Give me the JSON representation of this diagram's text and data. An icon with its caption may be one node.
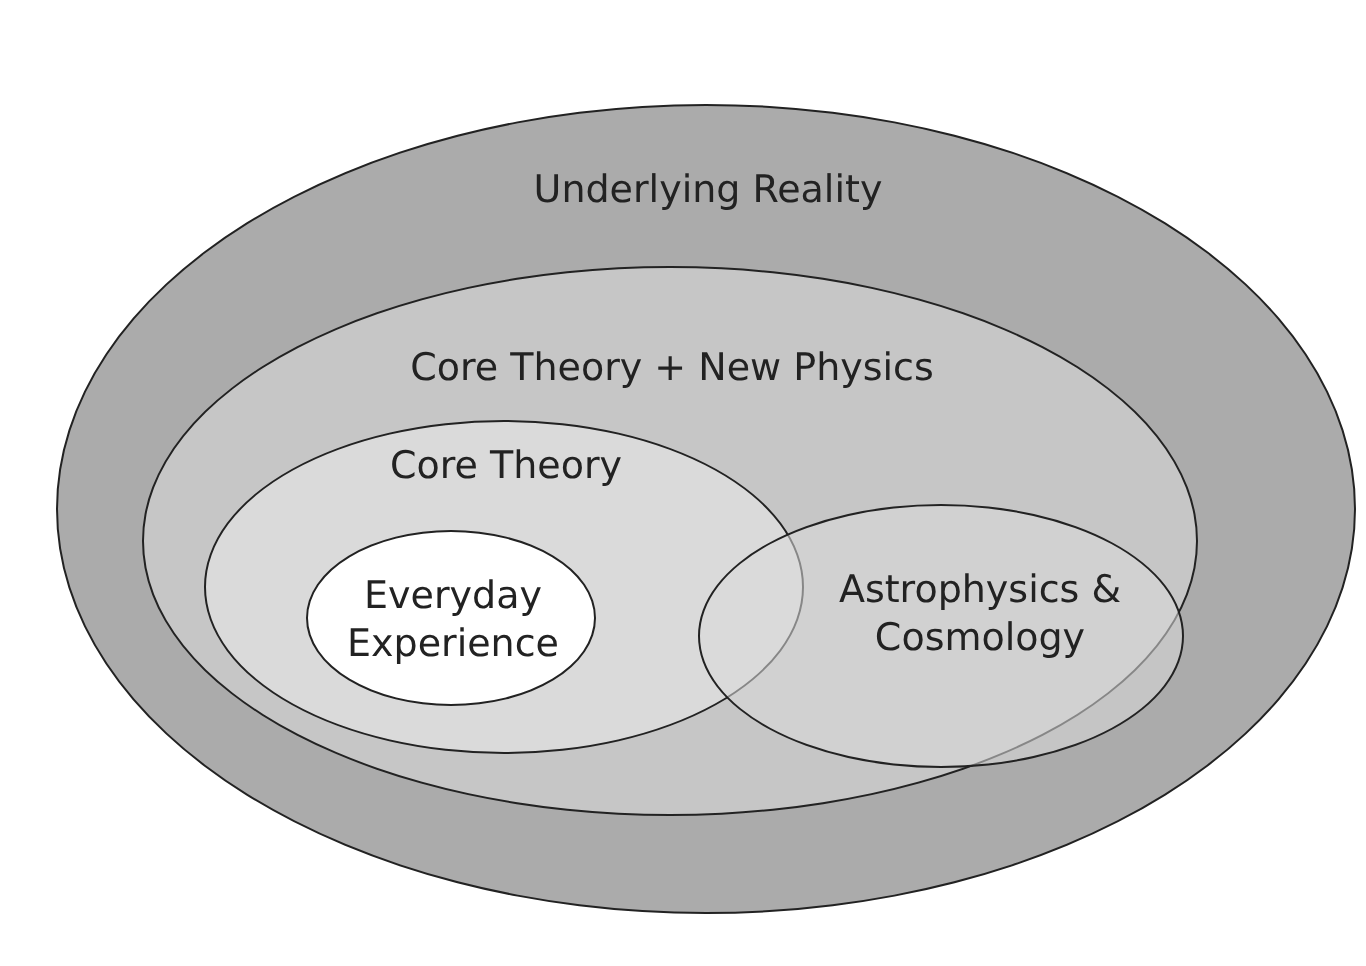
{
  "diagram": {
    "nodes": [
      {
        "text": [
          "Underlying Reality"
        ]
      },
      {
        "text": [
          "Core Theory + New Physics"
        ],
        "in": 0
      },
      {
        "text": [
          "Core Theory"
        ],
        "in": 1
      },
      {
        "text": [
          "Everyday Experience"
        ],
        "in": 2
      },
      {
        "text": [
          "Astrophysics & Cosmology"
        ],
        "in": 1
      }
    ]
  }
}
